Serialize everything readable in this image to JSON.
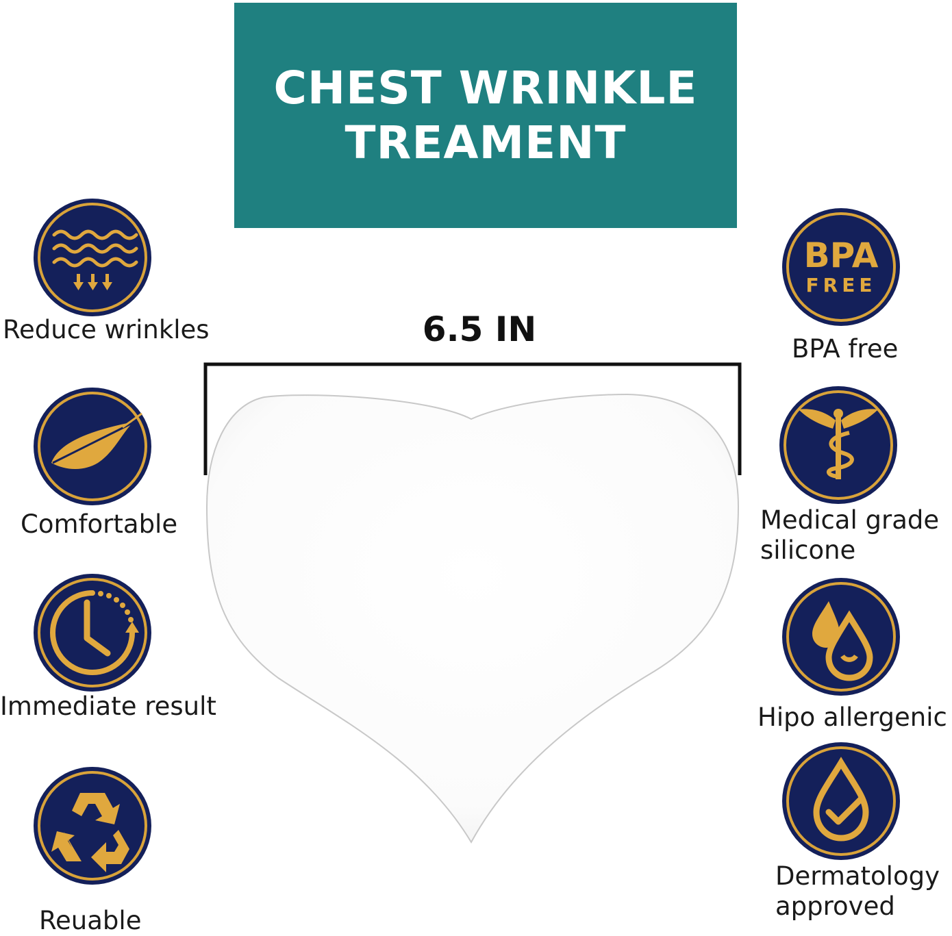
{
  "banner": {
    "line1": "CHEST WRINKLE",
    "line2": "TREAMENT"
  },
  "dimension_label": "6.5 IN",
  "colors": {
    "banner": "#1f8080",
    "badge_fill": "#14205a",
    "badge_ring": "#d9a33a"
  },
  "left_features": [
    {
      "icon": "wrinkle-waves-icon",
      "label": "Reduce wrinkles"
    },
    {
      "icon": "feather-icon",
      "label": "Comfortable"
    },
    {
      "icon": "clock-icon",
      "label": "Immediate result"
    },
    {
      "icon": "recycle-icon",
      "label": "Reuable"
    }
  ],
  "right_features": [
    {
      "icon": "bpa-free-icon",
      "label": "BPA free",
      "badge_text_1": "BPA",
      "badge_text_2": "FREE"
    },
    {
      "icon": "caduceus-icon",
      "label_line1": "Medical grade",
      "label_line2": "silicone"
    },
    {
      "icon": "drop-icon",
      "label": "Hipo allergenic"
    },
    {
      "icon": "drop-check-icon",
      "label_line1": "Dermatology",
      "label_line2": "approved"
    }
  ]
}
